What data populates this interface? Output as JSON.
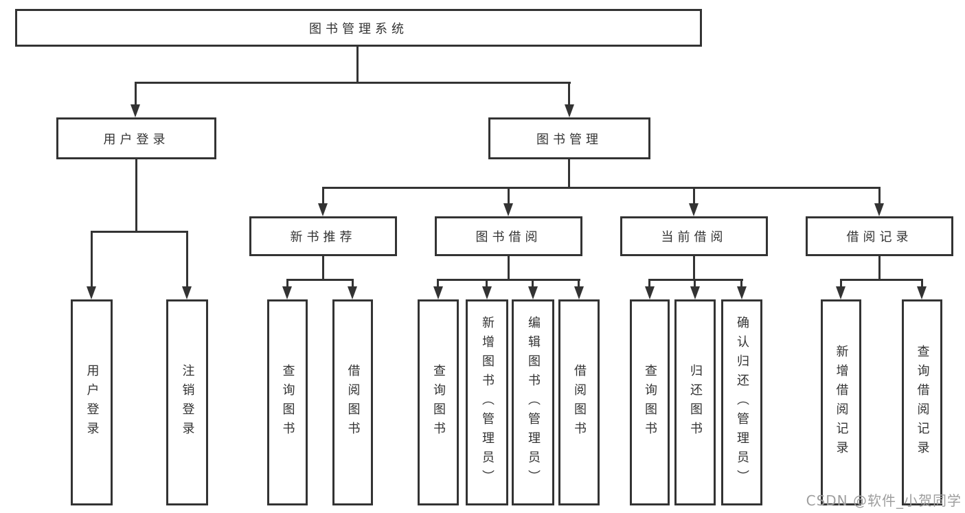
{
  "page": {
    "background": "#ffffff"
  },
  "colors": {
    "box_border": "#333333",
    "connector_line": "#333333",
    "text": "#333333",
    "watermark_text": "#9e9e9e"
  },
  "tree": {
    "label": "图书管理系统",
    "children": [
      {
        "label": "用户登录",
        "children": [
          {
            "label": "用户登录"
          },
          {
            "label": "注销登录"
          }
        ]
      },
      {
        "label": "图书管理",
        "children": [
          {
            "label": "新书推荐",
            "children": [
              {
                "label": "查询图书"
              },
              {
                "label": "借阅图书"
              }
            ]
          },
          {
            "label": "图书借阅",
            "children": [
              {
                "label": "查询图书"
              },
              {
                "label": "新增图书（管理员）"
              },
              {
                "label": "编辑图书（管理员）"
              },
              {
                "label": "借阅图书"
              }
            ]
          },
          {
            "label": "当前借阅",
            "children": [
              {
                "label": "查询图书"
              },
              {
                "label": "归还图书"
              },
              {
                "label": "确认归还（管理员）"
              }
            ]
          },
          {
            "label": "借阅记录",
            "children": [
              {
                "label": "新增借阅记录"
              },
              {
                "label": "查询借阅记录"
              }
            ]
          }
        ]
      }
    ]
  },
  "watermark": "CSDN @软件_小贺同学"
}
